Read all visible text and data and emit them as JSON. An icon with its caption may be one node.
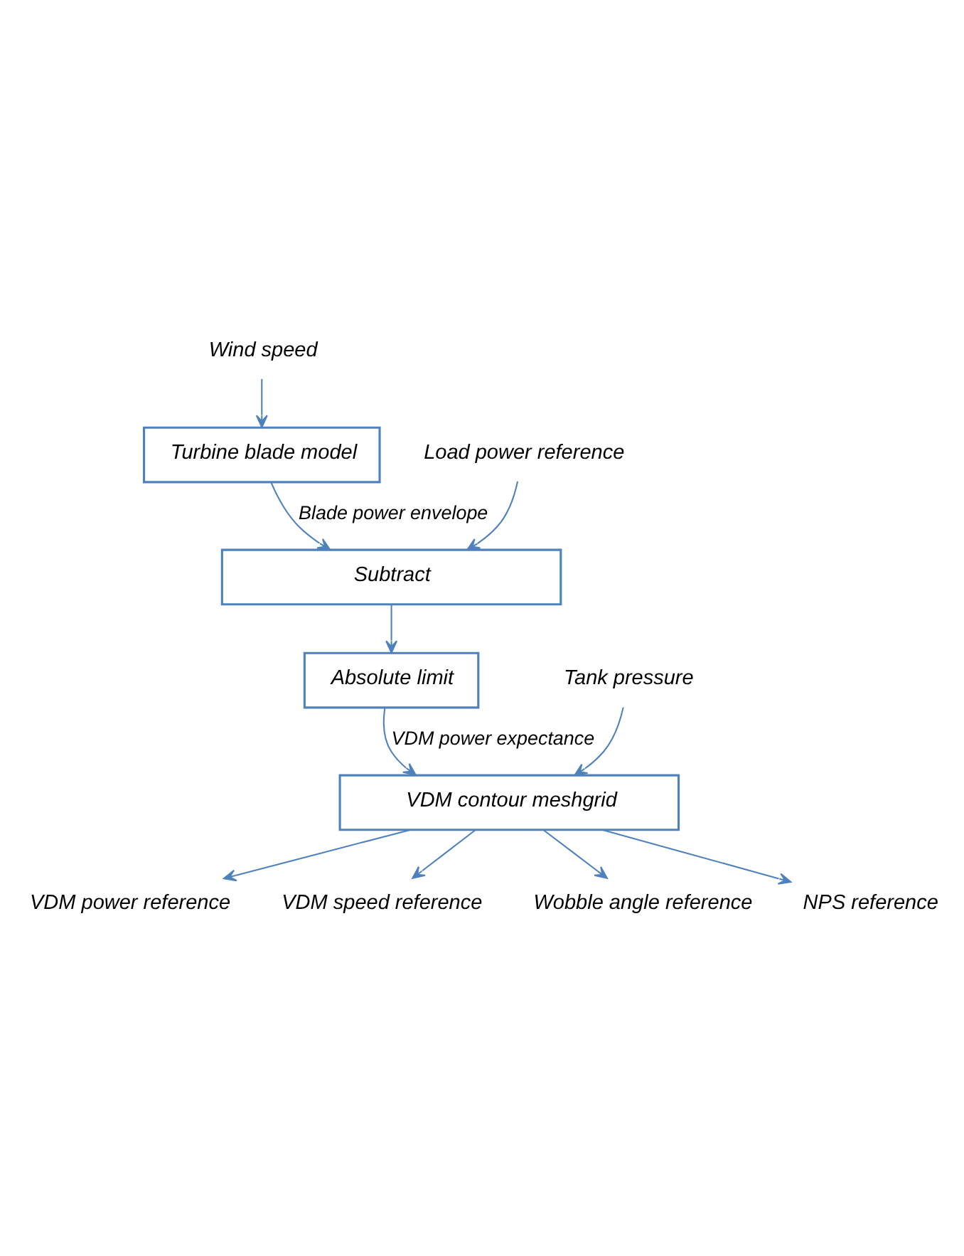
{
  "diagram": {
    "nodes": [
      {
        "text": [
          "Wind speed"
        ]
      },
      {
        "text": [
          "Turbine blade model"
        ]
      },
      {
        "text": [
          "Load power reference"
        ]
      },
      {
        "text": [
          "Subtract"
        ]
      },
      {
        "text": [
          "Absolute limit"
        ]
      },
      {
        "text": [
          "Tank pressure"
        ]
      },
      {
        "text": [
          "VDM contour meshgrid"
        ]
      },
      {
        "text": [
          "VDM power reference"
        ]
      },
      {
        "text": [
          "VDM speed reference"
        ]
      },
      {
        "text": [
          "Wobble angle reference"
        ]
      },
      {
        "text": [
          "NPS reference"
        ]
      }
    ],
    "edges": [
      {
        "from": 0,
        "to": 1,
        "arrow": "to"
      },
      {
        "from": 1,
        "to": 3,
        "arrow": "to",
        "label": "Blade power envelope"
      },
      {
        "from": 2,
        "to": 3,
        "arrow": "to"
      },
      {
        "from": 3,
        "to": 4,
        "arrow": "to"
      },
      {
        "from": 4,
        "to": 6,
        "arrow": "to",
        "label": "VDM power expectance"
      },
      {
        "from": 5,
        "to": 6,
        "arrow": "to"
      },
      {
        "from": 6,
        "to": 7,
        "arrow": "to"
      },
      {
        "from": 6,
        "to": 8,
        "arrow": "to"
      },
      {
        "from": 6,
        "to": 9,
        "arrow": "to"
      },
      {
        "from": 6,
        "to": 10,
        "arrow": "to"
      }
    ]
  }
}
